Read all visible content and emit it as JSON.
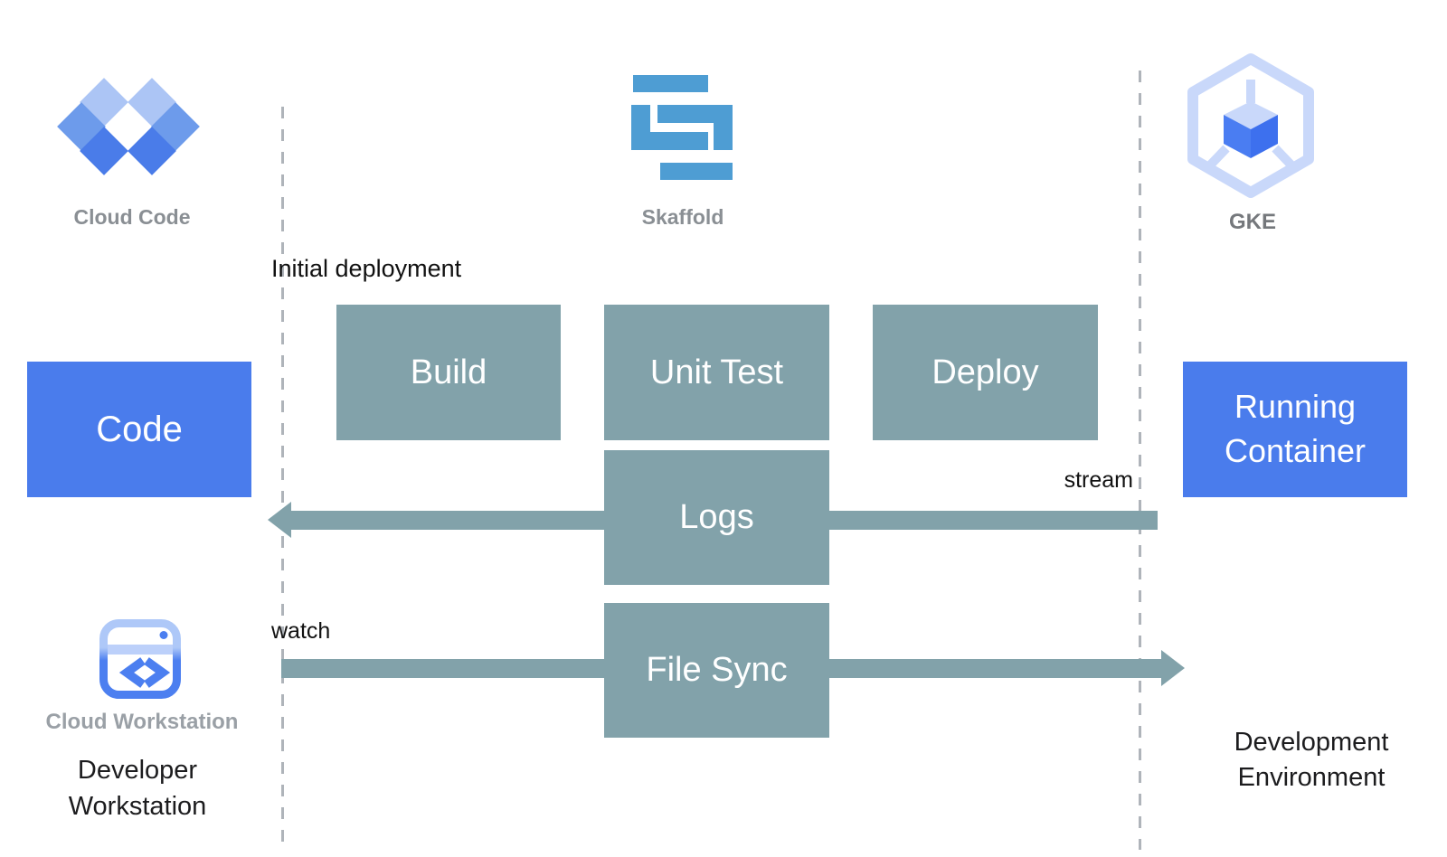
{
  "palette": {
    "teal": "#82A2AA",
    "node_blue": "#4A7CEC",
    "skaffold_blue": "#4E9DD3",
    "cloud_code_light": "#ACC5F5",
    "cloud_code_mid": "#6D9BEB",
    "cloud_code_dark": "#4A7CE9",
    "gke_light_blue": "#C9D8FA",
    "gke_cube_left": "#4A7DF2",
    "gke_cube_right": "#3D70EE",
    "workstation_blue": "#4C7FF0",
    "dash_gray": "#AFB4BA",
    "label_gray": "#8A8F94",
    "text_black": "#1C1C1E"
  },
  "logos": {
    "cloud_code": {
      "label": "Cloud Code",
      "icon": "cloud-code-diamonds-icon"
    },
    "skaffold": {
      "label": "Skaffold",
      "icon": "skaffold-icon"
    },
    "gke": {
      "label": "GKE",
      "icon": "gke-hexagon-cube-icon"
    }
  },
  "annotations": {
    "initial_deployment": "Initial deployment",
    "stream": "stream",
    "watch": "watch"
  },
  "nodes": {
    "code": "Code",
    "build": "Build",
    "unit_test": "Unit Test",
    "deploy": "Deploy",
    "logs": "Logs",
    "file_sync": "File Sync",
    "running_container": "Running Container"
  },
  "workstation": {
    "icon": "cloud-workstation-icon",
    "label": "Cloud Workstation",
    "caption": "Developer Workstation"
  },
  "environment": {
    "caption": "Development Environment"
  }
}
